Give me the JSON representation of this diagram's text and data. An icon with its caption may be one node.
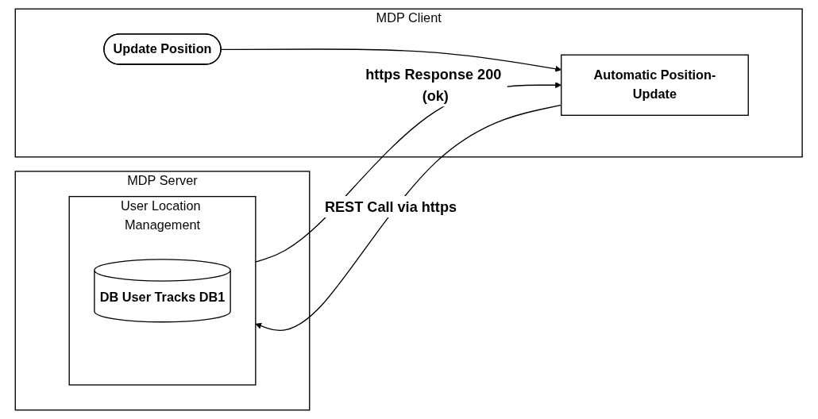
{
  "diagram": {
    "nodes": [
      {
        "text": [
          "MDP Client"
        ]
      },
      {
        "text": [
          "Update Position"
        ],
        "in": 0
      },
      {
        "text": [
          "Automatic Position-Update"
        ],
        "in": 0
      },
      {
        "text": [
          "MDP Server"
        ]
      },
      {
        "text": [
          "User Location Management"
        ],
        "in": 3
      },
      {
        "text": [
          "DB User Tracks DB1"
        ],
        "in": 4
      }
    ],
    "edges": [
      {
        "from": 1,
        "to": 2,
        "arrow": "to"
      },
      {
        "from": 2,
        "to": 4,
        "arrow": "to",
        "label": "REST Call via https"
      },
      {
        "from": 4,
        "to": 2,
        "arrow": "to",
        "label": "https Response 200 (ok)"
      }
    ]
  }
}
